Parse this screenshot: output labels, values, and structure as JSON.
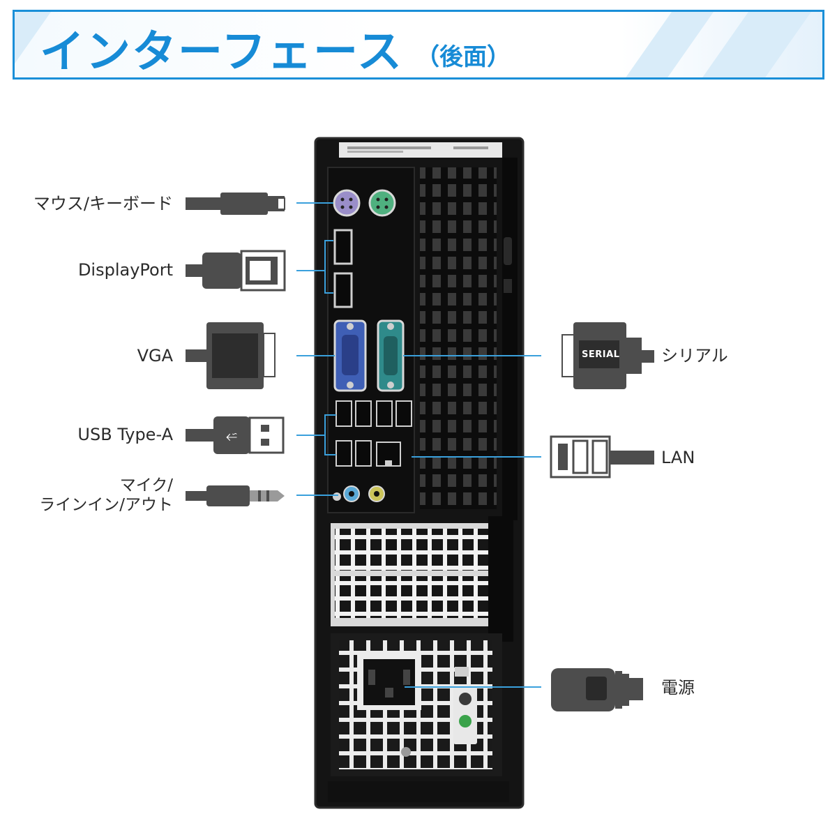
{
  "header": {
    "title": "インターフェース",
    "subtitle": "（後面）"
  },
  "labels": {
    "mouse_keyboard": "マウス/キーボード",
    "displayport": "DisplayPort",
    "vga": "VGA",
    "usb": "USB Type-A",
    "mic_line": [
      "マイク/",
      "ラインイン/アウト"
    ],
    "serial": "シリアル",
    "lan": "LAN",
    "power": "電源"
  },
  "connectors": {
    "serial_text": "SERIAL"
  },
  "colors": {
    "accent": "#178bd6",
    "leader_line": "#3aa0dc",
    "cable": "#4d4d4d",
    "case": "#151515",
    "ps2_mouse": "#9a8ec9",
    "ps2_keyboard": "#4fb07f",
    "vga_port": "#3f5fb5",
    "serial_port": "#2f8a8a",
    "audio_line_in": "#5aa9d6",
    "audio_line_out": "#cbc45a"
  }
}
